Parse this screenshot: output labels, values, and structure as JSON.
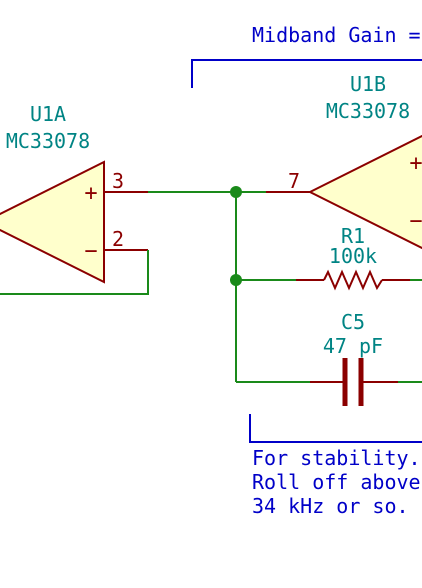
{
  "annotations": {
    "gain_header": "Midband Gain =",
    "stability_note": [
      "For stability.",
      "Roll off above",
      "34 kHz or so."
    ]
  },
  "components": {
    "u1a": {
      "ref": "U1A",
      "value": "MC33078",
      "pin_plus": "3",
      "pin_minus": "2",
      "plus_sign": "+",
      "minus_sign": "−"
    },
    "u1b": {
      "ref": "U1B",
      "value": "MC33078",
      "pin_in": "7",
      "plus_sign": "+",
      "minus_sign": "−"
    },
    "r1": {
      "ref": "R1",
      "value": "100k"
    },
    "c5": {
      "ref": "C5",
      "value": "47 pF"
    }
  },
  "colors": {
    "wire": "#1a8a1a",
    "pin": "#8b0000",
    "body_fill": "#ffffcc",
    "ref_text": "#008484",
    "note_text": "#0000c8"
  }
}
